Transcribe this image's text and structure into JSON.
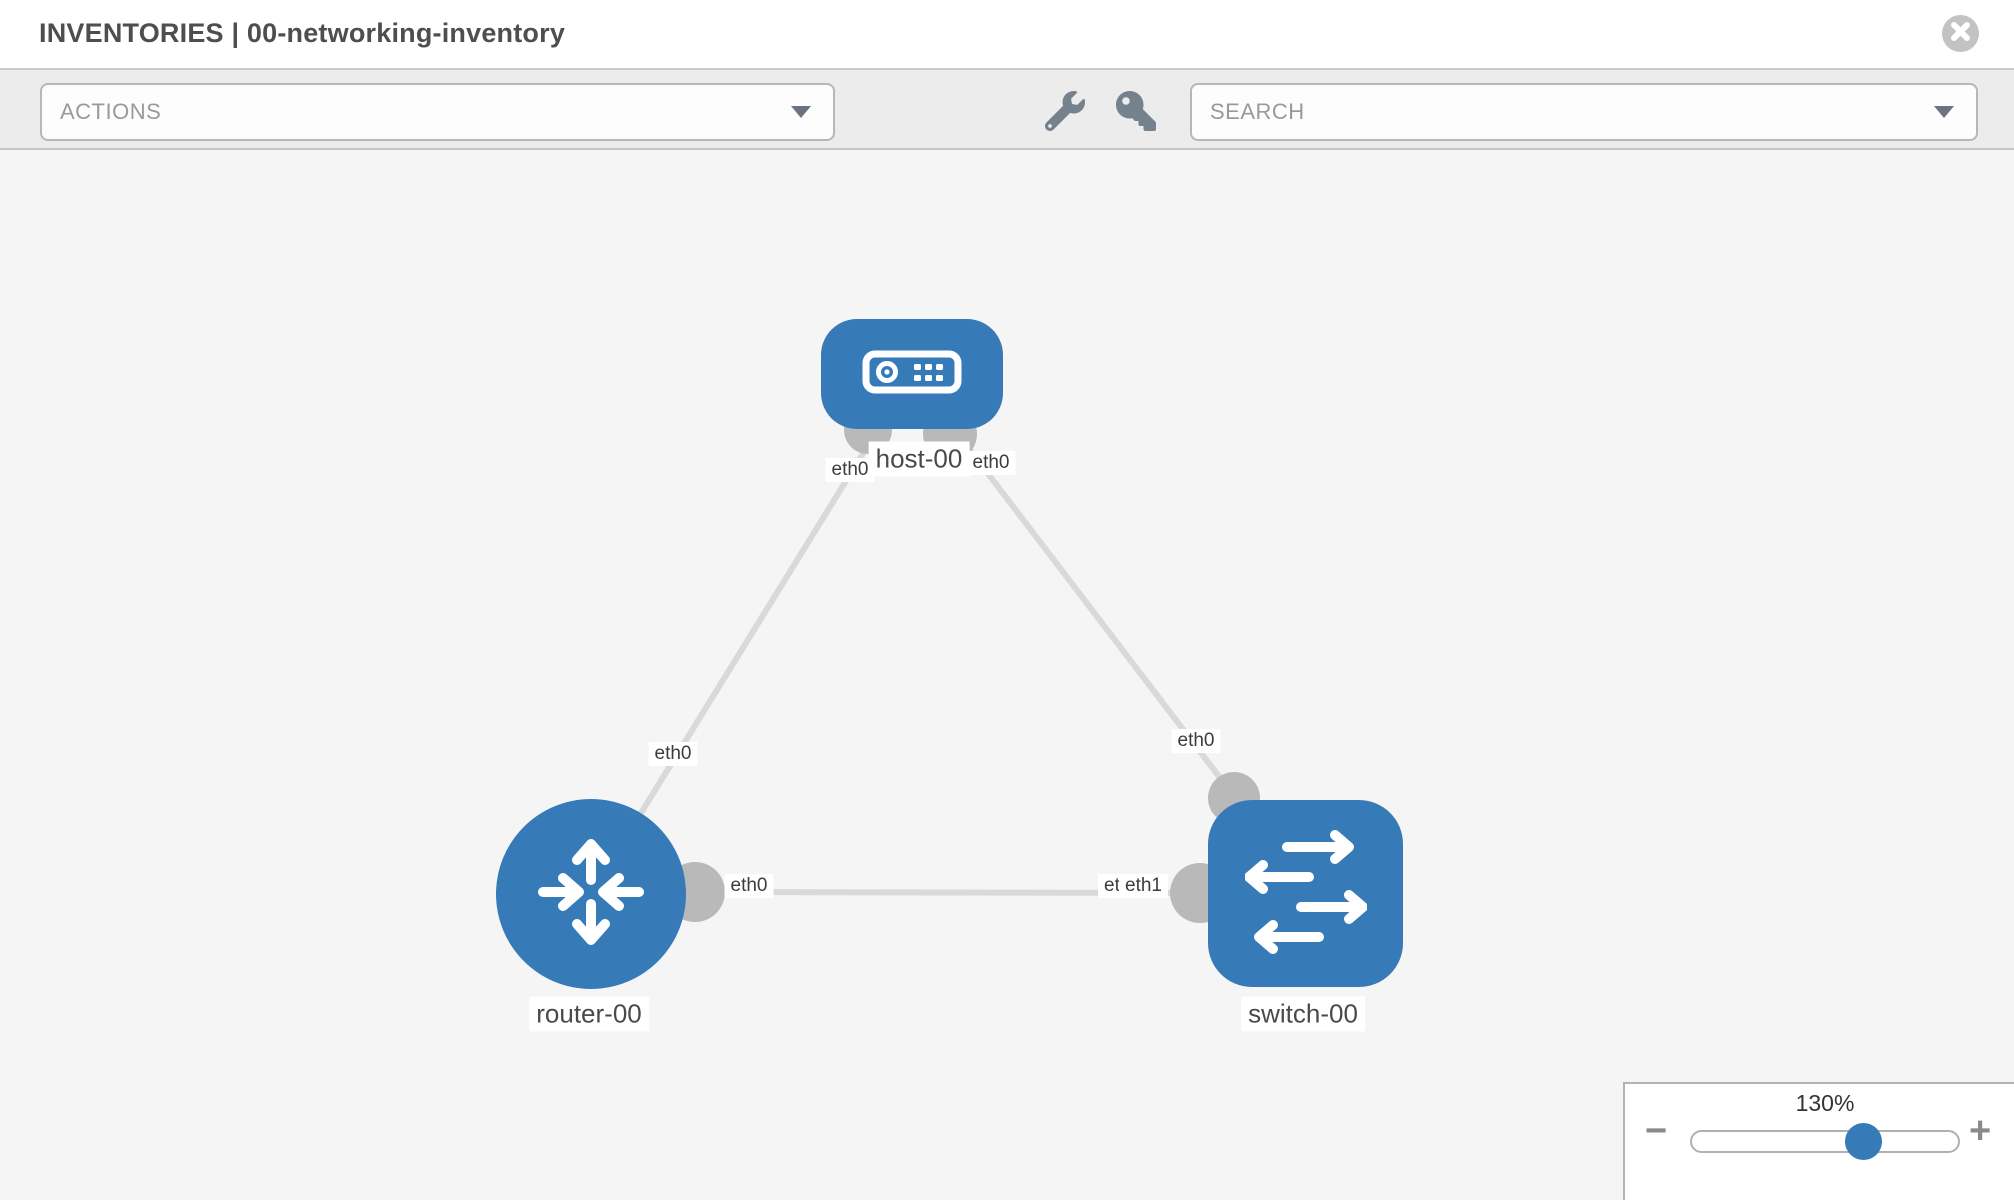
{
  "header": {
    "title": "INVENTORIES | 00-networking-inventory"
  },
  "toolbar": {
    "actions_label": "ACTIONS",
    "search_label": "SEARCH"
  },
  "nodes": {
    "host": {
      "label": "host-00",
      "type": "host"
    },
    "router": {
      "label": "router-00",
      "type": "router"
    },
    "switch": {
      "label": "switch-00",
      "type": "switch"
    }
  },
  "links": [
    {
      "from": "host-00",
      "to": "router-00",
      "from_interface": "eth0",
      "to_interface": "eth0"
    },
    {
      "from": "host-00",
      "to": "switch-00",
      "from_interface": "eth0",
      "to_interface": "eth0"
    },
    {
      "from": "router-00",
      "to": "switch-00",
      "from_interface": "eth0",
      "to_interface": "eth1"
    }
  ],
  "iface_labels": {
    "host_left": "eth0",
    "host_right": "eth0",
    "router_link_mid": "eth0",
    "switch_link_mid": "eth0",
    "router_port": "eth0",
    "switch_port_under": "eth0",
    "switch_port": "eth1"
  },
  "zoom_control": {
    "value": "130%",
    "minus": "−",
    "plus": "+"
  },
  "colors": {
    "node_blue": "#377ab8",
    "port_gray": "#b9b9b9",
    "link_gray": "#d9d9d9",
    "toolbar_icon_gray": "#76818e"
  }
}
